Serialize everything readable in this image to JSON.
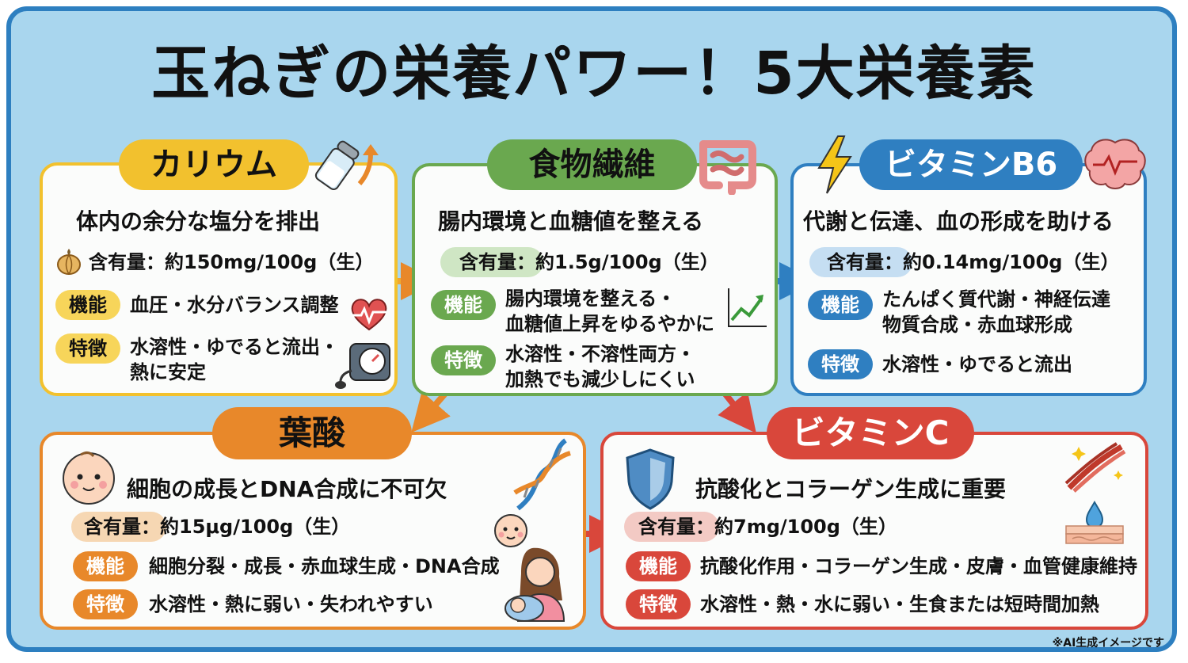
{
  "title": "玉ねぎの栄養パワー！5大栄養素",
  "note": "※AI生成イメージです",
  "colors": {
    "background": "#a9d6ee",
    "frame": "#2d7fc0",
    "potassium": "#f2c12e",
    "fiber": "#6aa84f",
    "b6": "#2f7fc1",
    "folate": "#e8882a",
    "vitc": "#d9473b"
  },
  "cards": {
    "potassium": {
      "name": "カリウム",
      "subtitle": "体内の余分な塩分を排出",
      "content_label": "含有量：",
      "content_value": "約150mg/100g（生）",
      "function_label": "機能",
      "function_text": "血圧・水分バランス調整",
      "feature_label": "特徴",
      "feature_line1": "水溶性・ゆでると流出・",
      "feature_line2": "熱に安定",
      "icons": [
        "onion-icon",
        "salt-shaker-icon",
        "heart-pulse-icon",
        "blood-pressure-icon"
      ]
    },
    "fiber": {
      "name": "食物繊維",
      "subtitle": "腸内環境と血糖値を整える",
      "content_label": "含有量：",
      "content_value": "約1.5g/100g（生）",
      "function_label": "機能",
      "function_line1": "腸内環境を整える・",
      "function_line2": "血糖値上昇をゆるやかに",
      "feature_label": "特徴",
      "feature_line1": "水溶性・不溶性両方・",
      "feature_line2": "加熱でも減少しにくい",
      "icons": [
        "intestine-icon",
        "growth-chart-icon"
      ]
    },
    "b6": {
      "name": "ビタミンB6",
      "subtitle": "代謝と伝達、血の形成を助ける",
      "content_label": "含有量：",
      "content_value": "約0.14mg/100g（生）",
      "function_label": "機能",
      "function_line1": "たんぱく質代謝・神経伝達",
      "function_line2": "物質合成・赤血球形成",
      "feature_label": "特徴",
      "feature_text": "水溶性・ゆでると流出",
      "icons": [
        "lightning-icon",
        "brain-icon"
      ]
    },
    "folate": {
      "name": "葉酸",
      "subtitle": "細胞の成長とDNA合成に不可欠",
      "content_label": "含有量：",
      "content_value": "約15μg/100g（生）",
      "function_label": "機能",
      "function_text": "細胞分裂・成長・赤血球生成・DNA合成",
      "feature_label": "特徴",
      "feature_text": "水溶性・熱に弱い・失われやすい",
      "icons": [
        "baby-face-icon",
        "dna-icon",
        "mother-baby-icon"
      ]
    },
    "vitc": {
      "name": "ビタミンC",
      "subtitle": "抗酸化とコラーゲン生成に重要",
      "content_label": "含有量：",
      "content_value": "約7mg/100g（生）",
      "function_label": "機能",
      "function_text": "抗酸化作用・コラーゲン生成・皮膚・血管健康維持",
      "feature_label": "特徴",
      "feature_text": "水溶性・熱・水に弱い・生食または短時間加熱",
      "icons": [
        "shield-icon",
        "collagen-fiber-icon",
        "skin-droplet-icon"
      ]
    }
  }
}
